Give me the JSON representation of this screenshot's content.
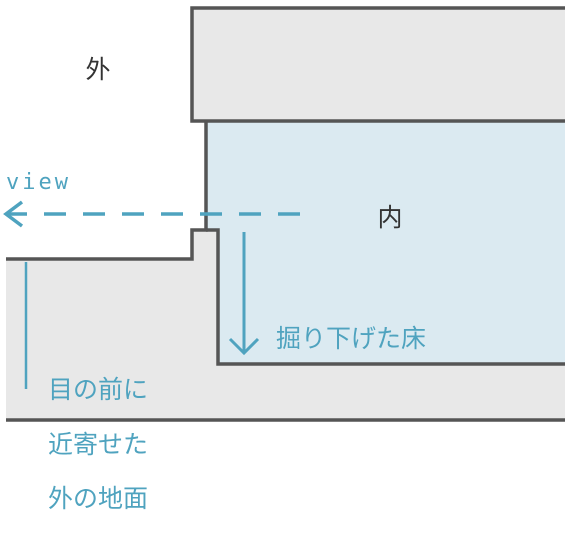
{
  "labels": {
    "outside": "外",
    "inside": "内",
    "view": "view",
    "sunken_floor": "掘り下げた床",
    "ground_line1": "目の前に",
    "ground_line2": "近寄せた",
    "ground_line3": "外の地面"
  },
  "colors": {
    "wall_line": "#555555",
    "accent": "#4fa3bf",
    "interior_fill": "#dbeaf1",
    "gray_fill": "#e8e8e8"
  }
}
